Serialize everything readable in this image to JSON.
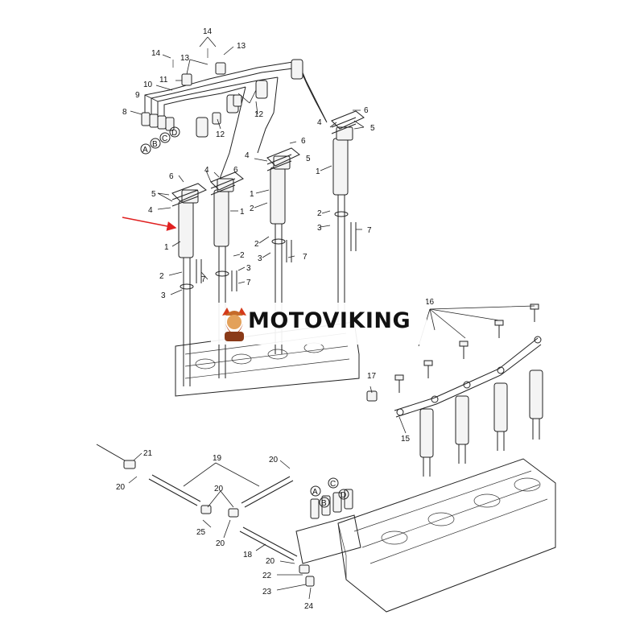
{
  "watermark": {
    "text": "MOTOVIKING"
  },
  "callouts": {
    "c1": "1",
    "c2": "2",
    "c3": "3",
    "c4": "4",
    "c5": "5",
    "c6": "6",
    "c7": "7",
    "c8": "8",
    "c9": "9",
    "c10": "10",
    "c11": "11",
    "c12": "12",
    "c13": "13",
    "c14": "14",
    "c15": "15",
    "c16": "16",
    "c17": "17",
    "c18": "18",
    "c19": "19",
    "c20": "20",
    "c21": "21",
    "c22": "22",
    "c23": "23",
    "c24": "24",
    "c25": "25",
    "A": "A",
    "B": "B",
    "C": "C",
    "D": "D"
  },
  "colors": {
    "line": "#222222",
    "highlight_arrow": "#e02020",
    "logo_accent": "#d43a1a"
  }
}
